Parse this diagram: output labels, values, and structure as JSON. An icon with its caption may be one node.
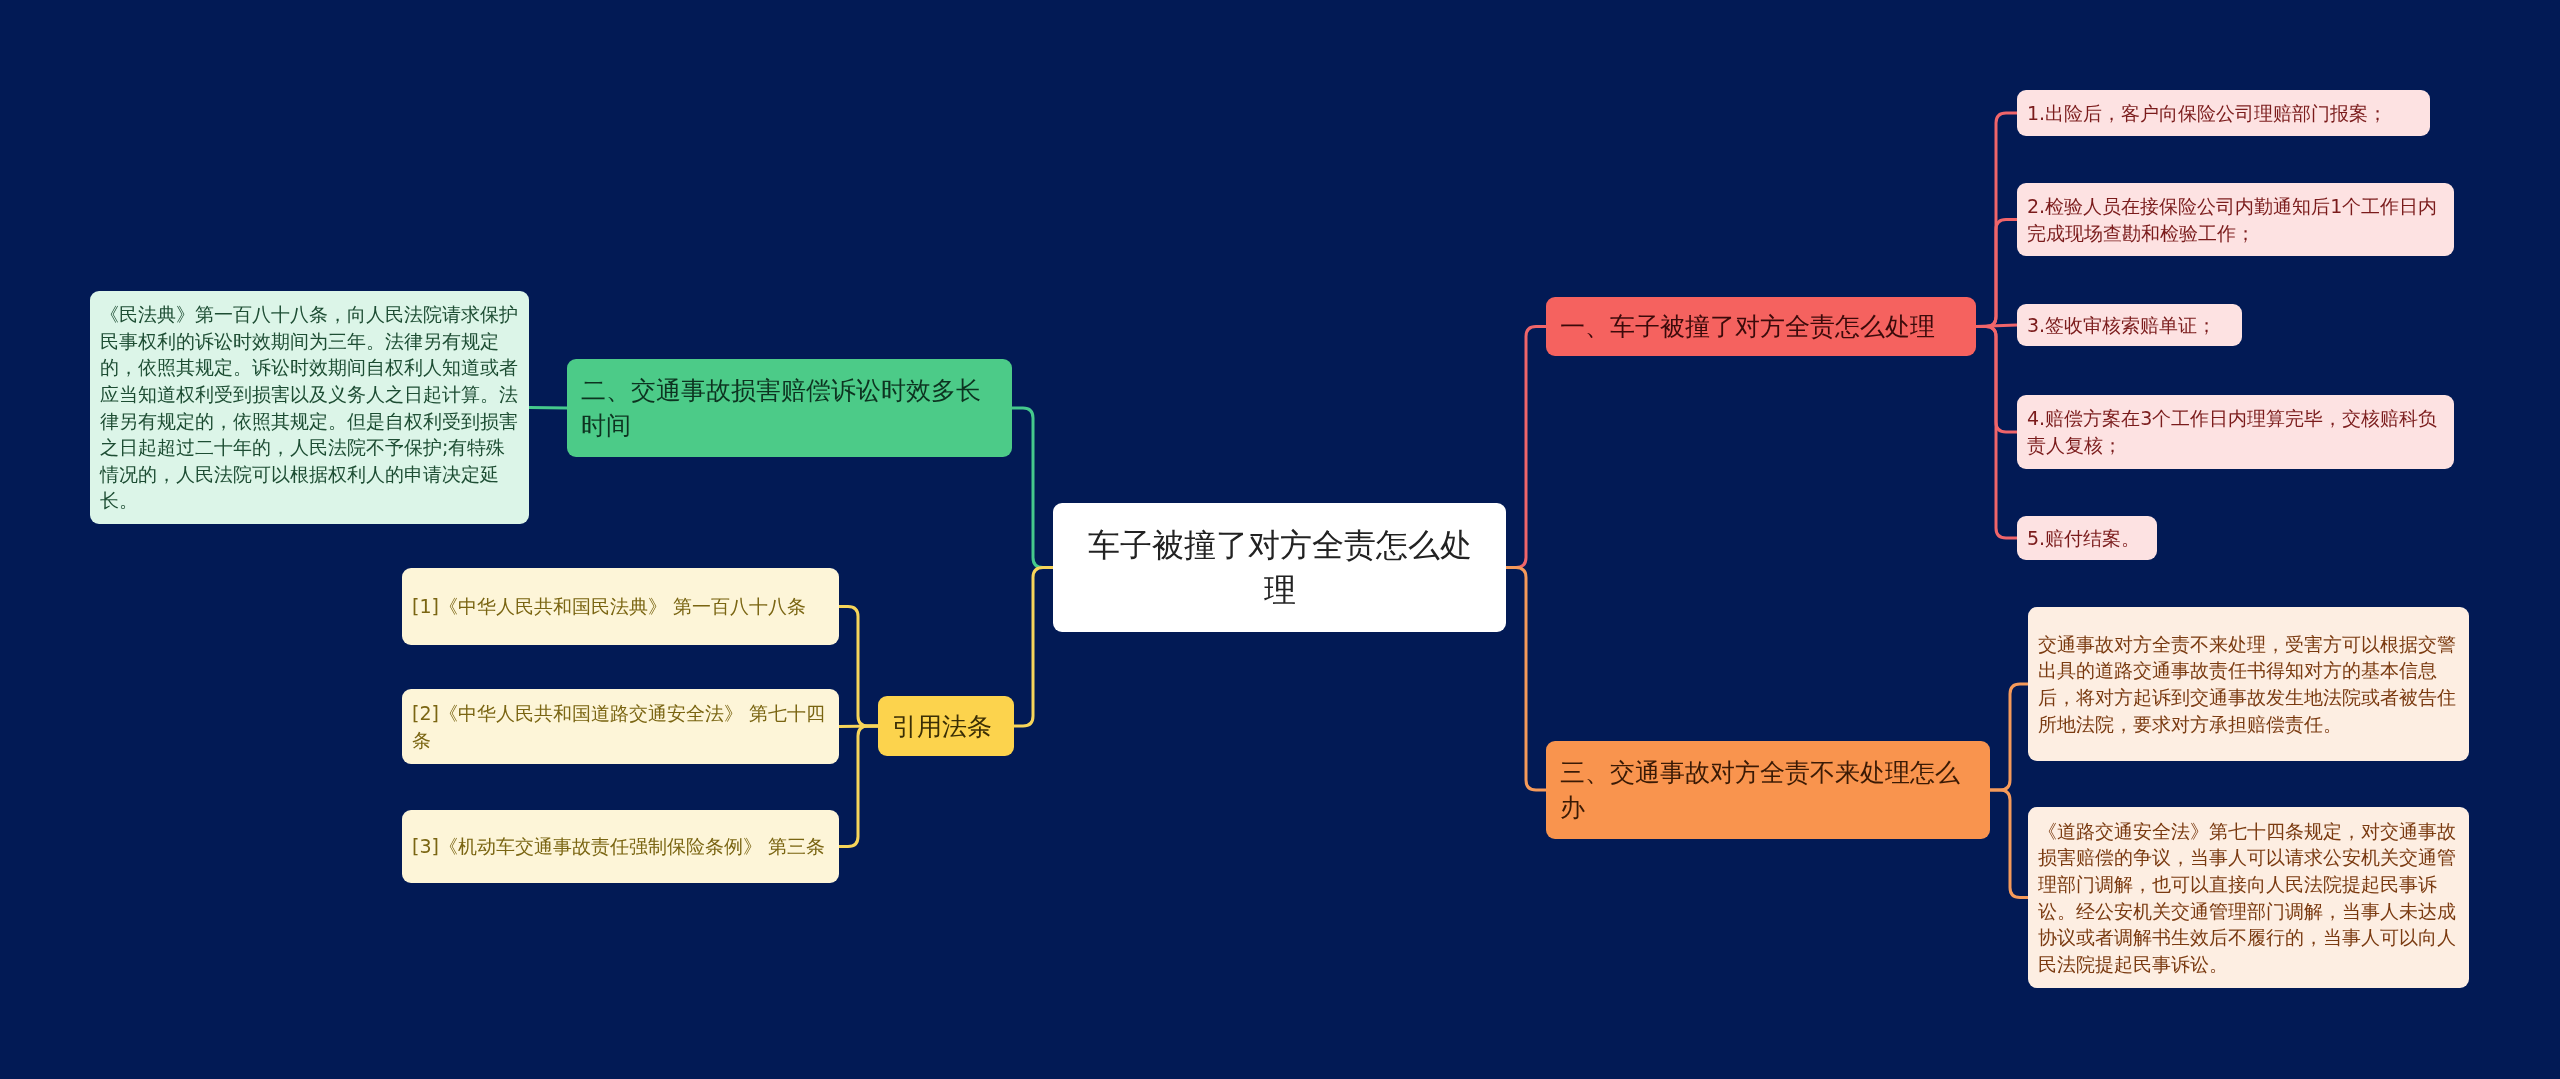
{
  "diagram": {
    "nodes": [
      {
        "text": [
          "车子被撞了对方全责怎么处理"
        ]
      },
      {
        "text": [
          "一、车子被撞了对方全责怎么处理"
        ]
      },
      {
        "text": [
          "1.出险后，客户向保险公司理赔部门报案；"
        ]
      },
      {
        "text": [
          "2.检验人员在接保险公司内勤通知后1个工作日内完成现场查勘和检验工作；"
        ]
      },
      {
        "text": [
          "3.签收审核索赔单证；"
        ]
      },
      {
        "text": [
          "4.赔偿方案在3个工作日内理算完毕，交核赔科负责人复核；"
        ]
      },
      {
        "text": [
          "5.赔付结案。"
        ]
      },
      {
        "text": [
          "三、交通事故对方全责不来处理怎么办"
        ]
      },
      {
        "text": [
          "交通事故对方全责不来处理，受害方可以根据交警出具的道路交通事故责任书得知对方的基本信息后，将对方起诉到交通事故发生地法院或者被告住所地法院，要求对方承担赔偿责任。"
        ]
      },
      {
        "text": [
          "《道路交通安全法》第七十四条规定，对交通事故损害赔偿的争议，当事人可以请求公安机关交通管理部门调解，也可以直接向人民法院提起民事诉讼。经公安机关交通管理部门调解，当事人未达成协议或者调解书生效后不履行的，当事人可以向人民法院提起民事诉讼。"
        ]
      },
      {
        "text": [
          "二、交通事故损害赔偿诉讼时效多长时间"
        ]
      },
      {
        "text": [
          "《民法典》第一百八十八条，向人民法院请求保护民事权利的诉讼时效期间为三年。法律另有规定的，依照其规定。诉讼时效期间自权利人知道或者应当知道权利受到损害以及义务人之日起计算。法律另有规定的，依照其规定。但是自权利受到损害之日起超过二十年的，人民法院不予保护;有特殊情况的，人民法院可以根据权利人的申请决定延长。"
        ]
      },
      {
        "text": [
          "引用法条"
        ]
      },
      {
        "text": [
          "[1]《中华人民共和国民法典》 第一百八十八条"
        ]
      },
      {
        "text": [
          "[2]《中华人民共和国道路交通安全法》 第七十四条"
        ]
      },
      {
        "text": [
          "[3]《机动车交通事故责任强制保险条例》 第三条"
        ]
      }
    ],
    "edges": [
      {
        "from": 0,
        "to": 1,
        "arrow": "none",
        "color": "#f0656a"
      },
      {
        "from": 1,
        "to": 2,
        "arrow": "none",
        "color": "#f0656a"
      },
      {
        "from": 1,
        "to": 3,
        "arrow": "none",
        "color": "#f0656a"
      },
      {
        "from": 1,
        "to": 4,
        "arrow": "none",
        "color": "#f0656a"
      },
      {
        "from": 1,
        "to": 5,
        "arrow": "none",
        "color": "#f0656a"
      },
      {
        "from": 1,
        "to": 6,
        "arrow": "none",
        "color": "#f0656a"
      },
      {
        "from": 0,
        "to": 7,
        "arrow": "none",
        "color": "#f59a5a"
      },
      {
        "from": 7,
        "to": 8,
        "arrow": "none",
        "color": "#f59a5a"
      },
      {
        "from": 7,
        "to": 9,
        "arrow": "none",
        "color": "#f59a5a"
      },
      {
        "from": 0,
        "to": 10,
        "arrow": "none",
        "color": "#45c98c"
      },
      {
        "from": 10,
        "to": 11,
        "arrow": "none",
        "color": "#45c98c"
      },
      {
        "from": 0,
        "to": 12,
        "arrow": "none",
        "color": "#f7d55a"
      },
      {
        "from": 12,
        "to": 13,
        "arrow": "none",
        "color": "#f7d55a"
      },
      {
        "from": 12,
        "to": 14,
        "arrow": "none",
        "color": "#f7d55a"
      },
      {
        "from": 12,
        "to": 15,
        "arrow": "none",
        "color": "#f7d55a"
      }
    ]
  }
}
